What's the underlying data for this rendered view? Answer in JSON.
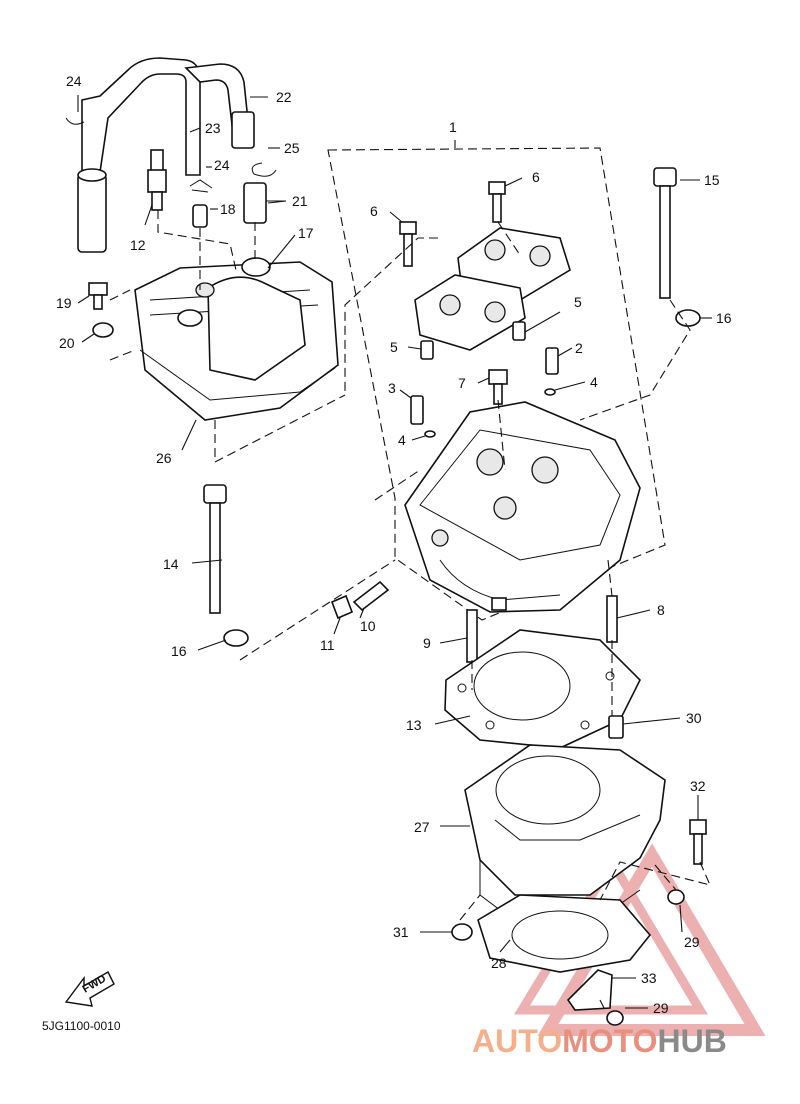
{
  "diagram_code": "5JG1100-0010",
  "fwd_label": "FWD",
  "watermark": {
    "part1": "AUTO",
    "part2": "MOTO",
    "part3": "HUB"
  },
  "labels": {
    "n1": "1",
    "n2": "2",
    "n3": "3",
    "n4a": "4",
    "n4b": "4",
    "n5a": "5",
    "n5b": "5",
    "n6a": "6",
    "n6b": "6",
    "n7": "7",
    "n8": "8",
    "n9": "9",
    "n10": "10",
    "n11": "11",
    "n12": "12",
    "n13": "13",
    "n14": "14",
    "n15": "15",
    "n16a": "16",
    "n16b": "16",
    "n17": "17",
    "n18": "18",
    "n19": "19",
    "n20": "20",
    "n21": "21",
    "n22": "22",
    "n23": "23",
    "n24a": "24",
    "n24b": "24",
    "n25": "25",
    "n26": "26",
    "n27": "27",
    "n28": "28",
    "n29a": "29",
    "n29b": "29",
    "n30": "30",
    "n31": "31",
    "n32": "32",
    "n33": "33"
  },
  "colors": {
    "ink": "#111111",
    "watermark_red": "#e07070"
  }
}
